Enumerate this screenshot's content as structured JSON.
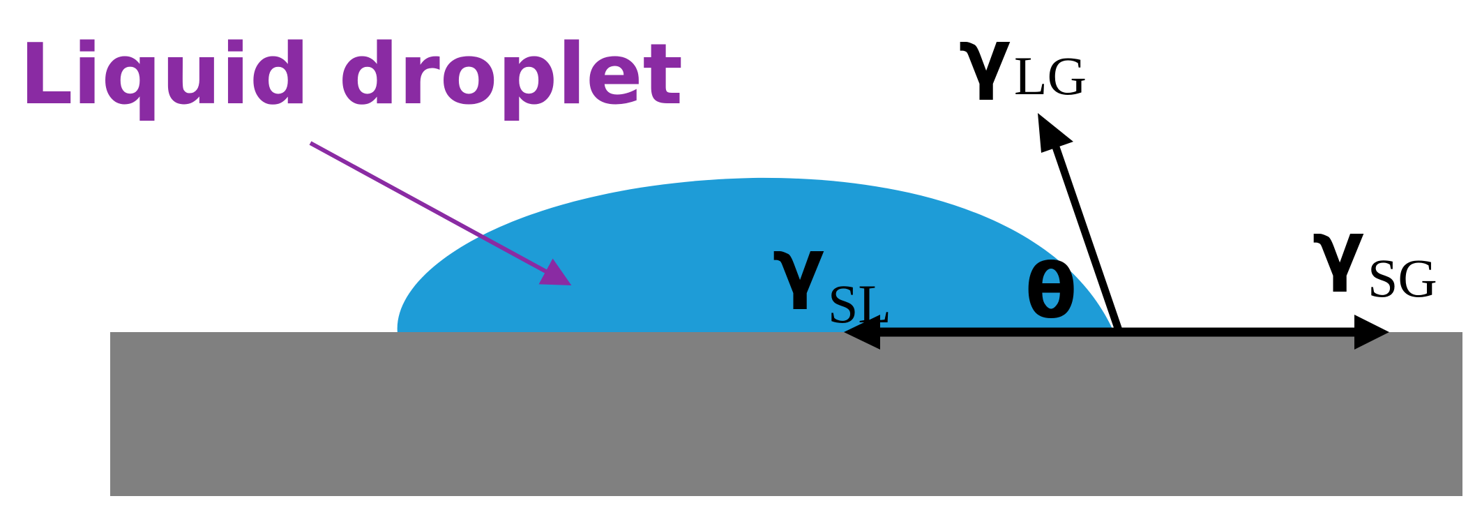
{
  "title": "Liquid droplet",
  "labels": {
    "lg": {
      "symbol": "γ",
      "sub": "LG"
    },
    "sl": {
      "symbol": "γ",
      "sub": "SL"
    },
    "sg": {
      "symbol": "γ",
      "sub": "SG"
    },
    "angle": "θ"
  },
  "colors": {
    "droplet": "#1e9cd7",
    "substrate": "#808080",
    "title": "#8a2ba3",
    "vectors": "#000000"
  }
}
